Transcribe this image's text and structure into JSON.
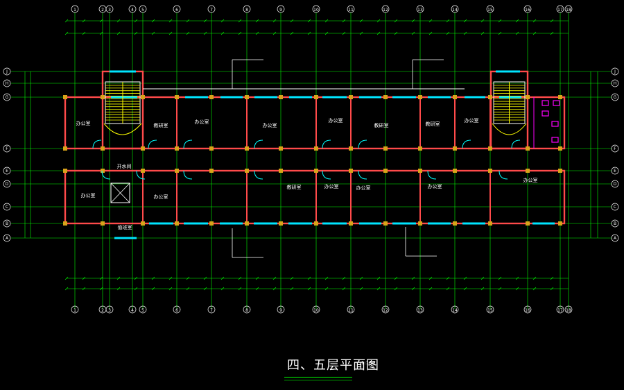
{
  "drawing": {
    "title": "四、五层平面图",
    "scale": "1:100"
  },
  "grid": {
    "columns": [
      "1",
      "2",
      "3",
      "4",
      "5",
      "6",
      "7",
      "8",
      "9",
      "10",
      "11",
      "12",
      "13",
      "14",
      "15",
      "16",
      "17",
      "18"
    ],
    "rows": [
      "J",
      "H",
      "G",
      "F",
      "E",
      "D",
      "C",
      "B",
      "A"
    ]
  },
  "rooms": {
    "office": "办公室",
    "office_alt": "教研室",
    "water": "开水间",
    "duty": "值班室"
  },
  "colors": {
    "background": "#000000",
    "grid": "#00ff00",
    "wall": "#ff4a4a",
    "window": "#00e5ff",
    "column": "#d8a31a",
    "annotation": "#ffffff",
    "door": "#00ffff",
    "toilet": "#ff00ff",
    "stair": "#ffff00"
  }
}
